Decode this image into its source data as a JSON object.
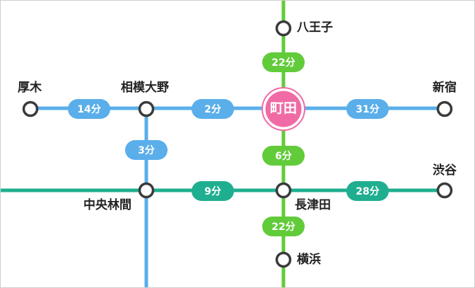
{
  "colors": {
    "odakyu": "#5aaeea",
    "den_en_toshi": "#1fae8f",
    "yokohama": "#62cb3a",
    "hub": "#f06ba5",
    "station_stroke": "#3a3a3a"
  },
  "stations": {
    "hachioji": "八王子",
    "atsugi": "厚木",
    "sagami_ono": "相模大野",
    "machida": "町田",
    "shinjuku": "新宿",
    "chuo_rinkan": "中央林間",
    "nagatsuta": "長津田",
    "shibuya": "渋谷",
    "yokohama": "横浜"
  },
  "times": {
    "hachioji_machida": "22分",
    "atsugi_sagami_ono": "14分",
    "sagami_ono_machida": "2分",
    "machida_shinjuku": "31分",
    "sagami_ono_chuo_rinkan": "3分",
    "machida_nagatsuta": "6分",
    "chuo_rinkan_nagatsuta": "9分",
    "nagatsuta_shibuya": "28分",
    "nagatsuta_yokohama": "22分"
  }
}
